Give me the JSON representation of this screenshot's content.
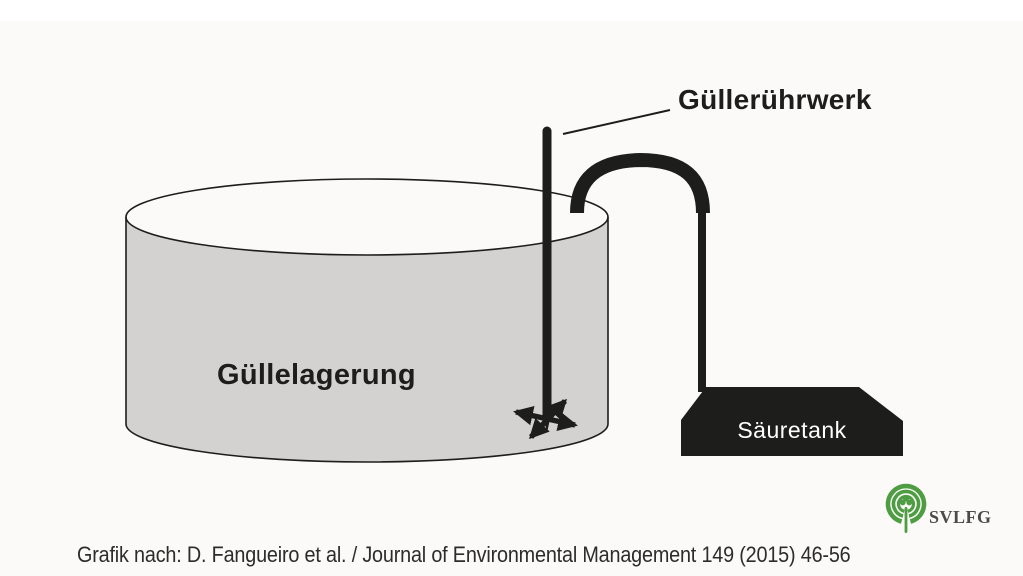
{
  "page": {
    "background_color": "#fbfaf9",
    "top_strip_color": "#ffffff"
  },
  "diagram": {
    "agitator_label": "Güllerührwerk",
    "slurry_tank_label": "Güllelagerung",
    "acid_tank_label": "Säuretank",
    "colors": {
      "tank_fill": "#d3d2d0",
      "line": "#1d1d1b",
      "acid_tank_fill": "#1d1d1b",
      "acid_tank_text": "#ffffff"
    }
  },
  "footer": {
    "caption": "Grafik nach: D. Fangueiro et al. / Journal of Environmental Management 149 (2015) 46-56",
    "logo_text": "SVLFG",
    "logo_color": "#4f9d43",
    "logo_text_color": "#4b4b47"
  }
}
